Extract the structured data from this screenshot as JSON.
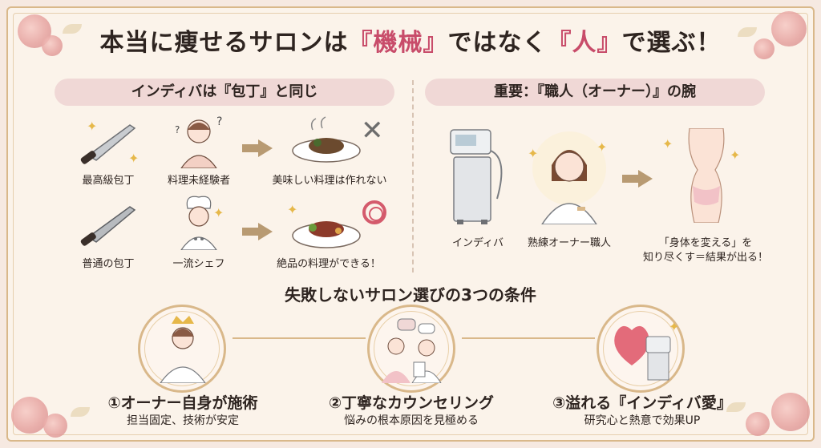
{
  "title": {
    "part1": "本当に痩せるサロンは",
    "machine": "『機械』",
    "part2": "ではなく",
    "person": "『人』",
    "part3": "で選ぶ！"
  },
  "left_panel": {
    "heading": "インディバは『包丁』と同じ",
    "row1": {
      "knife": "最高級包丁",
      "person": "料理未経験者",
      "result": "美味しい料理は作れない"
    },
    "row2": {
      "knife": "普通の包丁",
      "person": "一流シェフ",
      "result": "絶品の料理ができる！"
    }
  },
  "right_panel": {
    "heading": "重要：『職人（オーナー）』の腕",
    "machine": "インディバ",
    "owner": "熟練オーナー職人",
    "result_line1": "「身体を変える」を",
    "result_line2": "知り尽くす＝結果が出る！"
  },
  "conditions": {
    "heading": "失敗しないサロン選びの3つの条件",
    "items": [
      {
        "title": "①オーナー自身が施術",
        "sub": "担当固定、技術が安定"
      },
      {
        "title": "②丁寧なカウンセリング",
        "sub": "悩みの根本原因を見極める"
      },
      {
        "title": "③溢れる『インディバ愛』",
        "sub": "研究心と熱意で効果UP"
      }
    ]
  },
  "colors": {
    "accent": "#c84c6a",
    "pill": "#f0d8d6",
    "gold": "#d9b88a",
    "arrow": "#b89a72"
  }
}
